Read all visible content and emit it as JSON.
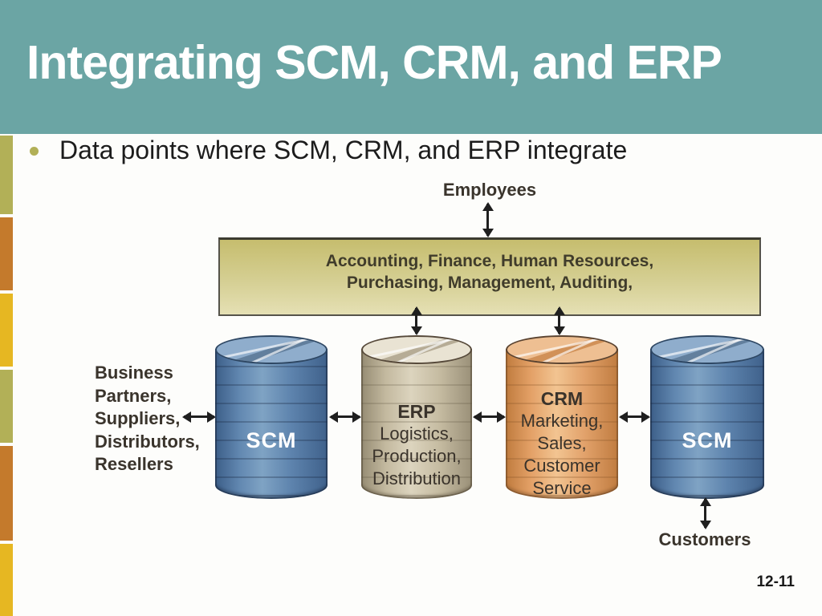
{
  "slide": {
    "title": "Integrating SCM, CRM, and ERP",
    "bullet": "Data points where SCM, CRM, and ERP integrate",
    "page_number": "12-11"
  },
  "diagram": {
    "employees_label": "Employees",
    "customers_label": "Customers",
    "process_box": {
      "line1": "Accounting, Finance, Human Resources,",
      "line2": "Purchasing, Management, Auditing,"
    },
    "left_partners": {
      "lines": [
        "Business",
        "Partners,",
        "Suppliers,",
        "Distributors,",
        "Resellers"
      ]
    },
    "cylinders": [
      {
        "title": "SCM",
        "color": "blue",
        "lines": []
      },
      {
        "title": "ERP",
        "color": "tan",
        "lines": [
          "Logistics,",
          "Production,",
          "Distribution"
        ]
      },
      {
        "title": "CRM",
        "color": "orange",
        "lines": [
          "Marketing,",
          "Sales,",
          "Customer",
          "Service"
        ]
      },
      {
        "title": "SCM",
        "color": "blue",
        "lines": []
      }
    ]
  },
  "colors": {
    "header_teal": "#6ba5a4",
    "sidebar_olive": "#b2b057",
    "sidebar_orange": "#c47a2c",
    "sidebar_yellow": "#e6b722",
    "box_top": "#c6bd6e",
    "box_bottom": "#e5e0b4",
    "box_border": "#55534a",
    "arrow_black": "#1f1f1f",
    "blue_lid": "#8fadcc",
    "blue_outline": "#2e4763",
    "tan_lid": "#e9e3d3",
    "tan_outline": "#56493a",
    "orange_lid": "#eebf92",
    "orange_outline": "#5a4330"
  }
}
